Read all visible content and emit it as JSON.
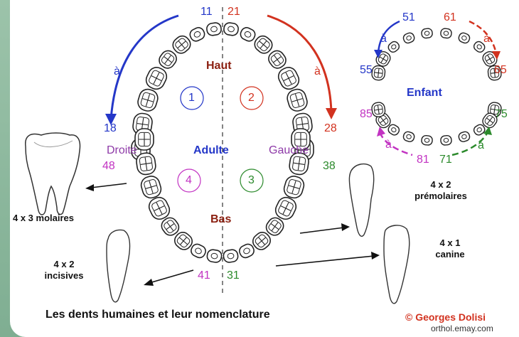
{
  "numbers": {
    "n11": "11",
    "n21": "21",
    "n18": "18",
    "n28": "28",
    "n48": "48",
    "n38": "38",
    "n41": "41",
    "n31": "31",
    "n51": "51",
    "n61": "61",
    "n55": "55",
    "n65": "65",
    "n85": "85",
    "n75": "75",
    "n81": "81",
    "n71": "71"
  },
  "arrow_word": "à",
  "quadrants": [
    "1",
    "2",
    "3",
    "4"
  ],
  "labels": {
    "haut": "Haut",
    "bas": "Bas",
    "droite": "Droite",
    "adulte": "Adulte",
    "gauche": "Gauche",
    "enfant": "Enfant"
  },
  "tooth_types": {
    "molaires": "4 x 3 molaires",
    "premolaires_count": "4 x 2",
    "premolaires": "prémolaires",
    "incisives_count": "4 x 2",
    "incisives": "incisives",
    "canine_count": "4 x 1",
    "canine": "canine"
  },
  "caption": "Les dents humaines et leur nomenclature",
  "copyright": "© Georges Dolisi",
  "source": "orthol.emay.com",
  "colors": {
    "blue": "#2437c8",
    "red": "#d2321f",
    "magenta": "#c233c2",
    "green": "#2c8a2c",
    "maroon": "#8b1f10"
  }
}
